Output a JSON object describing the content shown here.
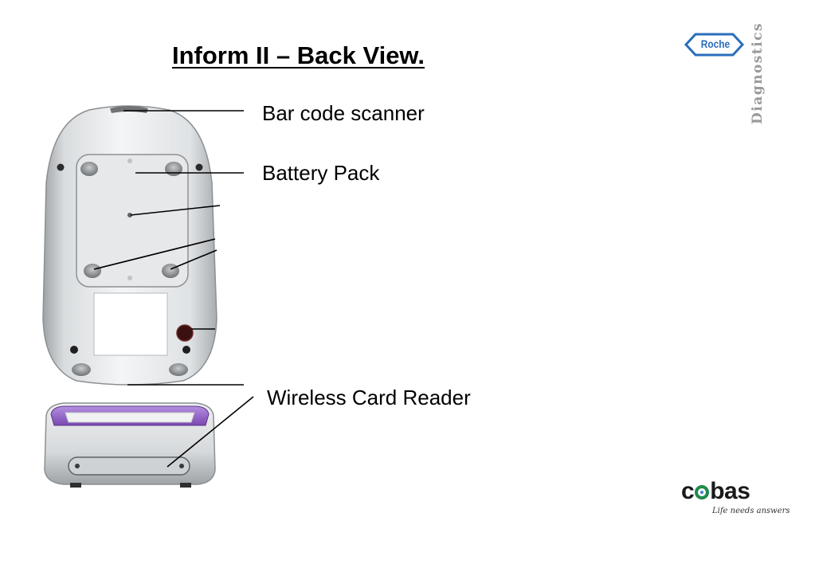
{
  "slide": {
    "title": "Inform II  – Back View.",
    "labels": {
      "bar_code_scanner": "Bar code scanner",
      "battery_pack": "Battery Pack",
      "wireless_card_reader": "Wireless Card Reader"
    }
  },
  "branding": {
    "roche_logo_text": "Roche",
    "diagnostics_text": "Diagnostics",
    "cobas_prefix": "c",
    "cobas_suffix": "bas",
    "cobas_tagline": "Life needs answers",
    "colors": {
      "roche_blue": "#2a6ebb",
      "cobas_green": "#1f8a4c",
      "card_reader_purple": "#8a5cc0"
    }
  }
}
